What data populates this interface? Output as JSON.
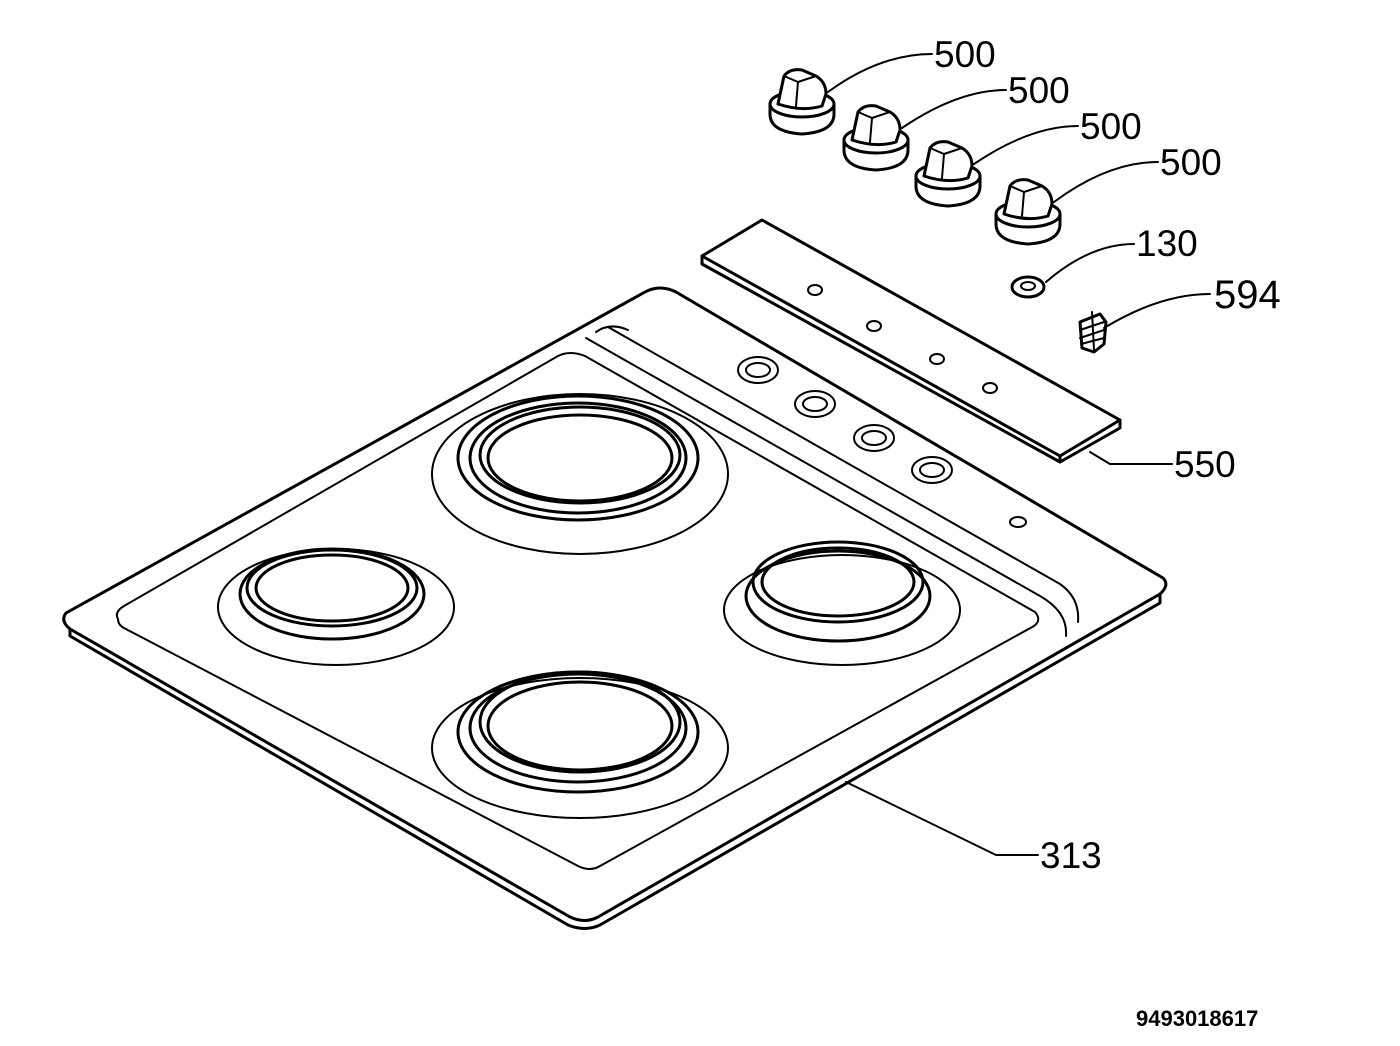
{
  "diagram": {
    "callouts": {
      "knob_1": "500",
      "knob_2": "500",
      "knob_3": "500",
      "knob_4": "500",
      "part_130": "130",
      "part_594": "594",
      "part_550": "550",
      "part_313": "313"
    },
    "drawing_number": "9493018617"
  }
}
